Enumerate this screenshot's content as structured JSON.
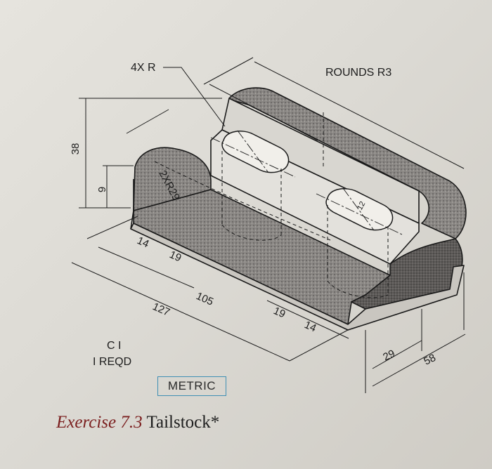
{
  "labels": {
    "rounds": "ROUNDS R3",
    "fillet_count": "4X R",
    "part_id": "C I",
    "qty": "I REQD",
    "radius_arc": "2XR29",
    "slot_width": "12",
    "metric": "METRIC"
  },
  "dimensions": {
    "height": "38",
    "step_height": "9",
    "slot_spacing_left": "14",
    "slot_len_left": "19",
    "mid_length": "105",
    "total_length": "127",
    "slot_len_right": "19",
    "slot_spacing_right": "14",
    "half_width": "29",
    "total_width": "58"
  },
  "caption": {
    "number": "Exercise 7.3",
    "title": "Tailstock*"
  },
  "colors": {
    "line": "#1a1a1a",
    "shade": "#7a7775",
    "box": "#3f8fb4",
    "caption_red": "#7b1f1f"
  }
}
